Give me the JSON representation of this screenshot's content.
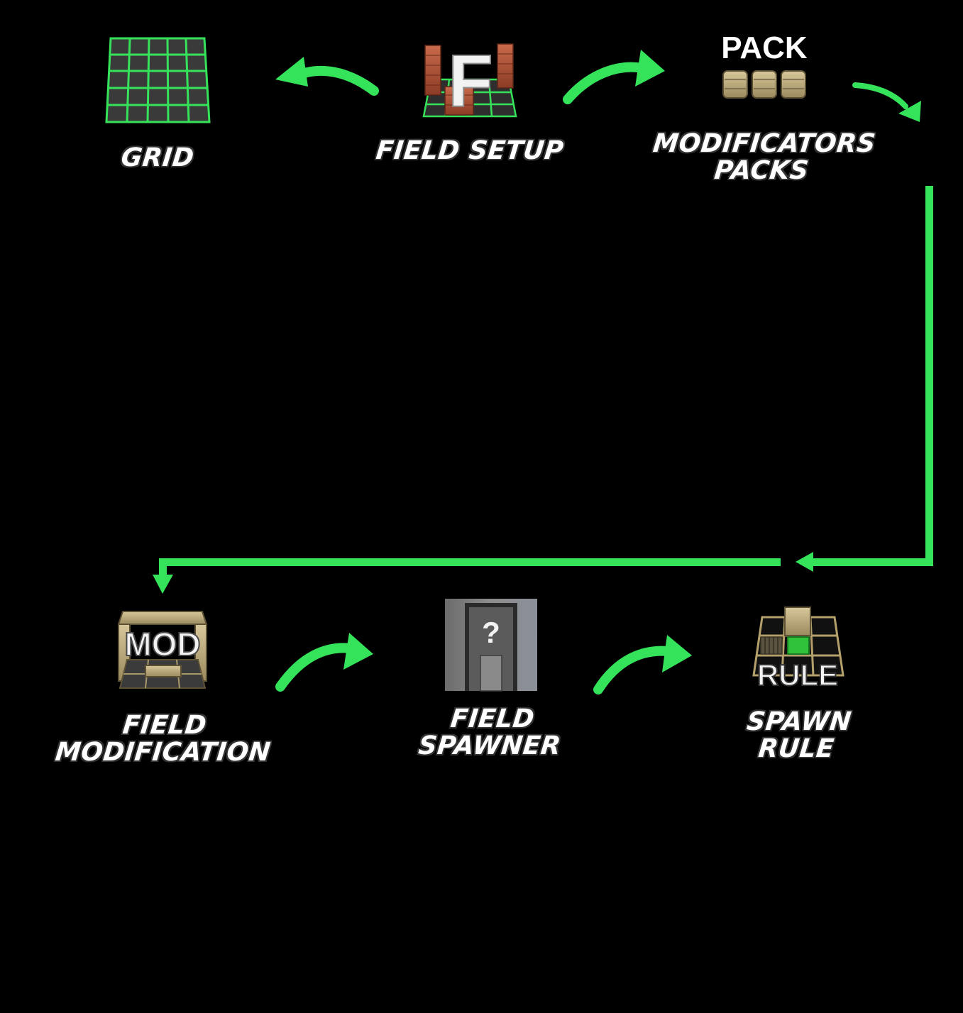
{
  "accent_color": "#35e35b",
  "background_color": "#000000",
  "nodes": {
    "grid": {
      "label_line1": "GRID",
      "icon": "grid-icon"
    },
    "field_setup": {
      "label_line1": "FIELD SETUP",
      "icon_letter": "F",
      "icon": "field-setup-icon"
    },
    "modificators_packs": {
      "icon_title": "PACK",
      "label_line1": "MODIFICATORS",
      "label_line2": "PACKS",
      "icon": "pack-icon"
    },
    "field_modification": {
      "icon_title": "MOD",
      "label_line1": "FIELD",
      "label_line2": "MODIFICATION",
      "icon": "mod-icon"
    },
    "field_spawner": {
      "icon_glyph": "?",
      "label_line1": "FIELD",
      "label_line2": "SPAWNER",
      "icon": "spawner-icon"
    },
    "spawn_rule": {
      "icon_title": "RULE",
      "label_line1": "SPAWN",
      "label_line2": "RULE",
      "icon": "rule-icon"
    }
  }
}
